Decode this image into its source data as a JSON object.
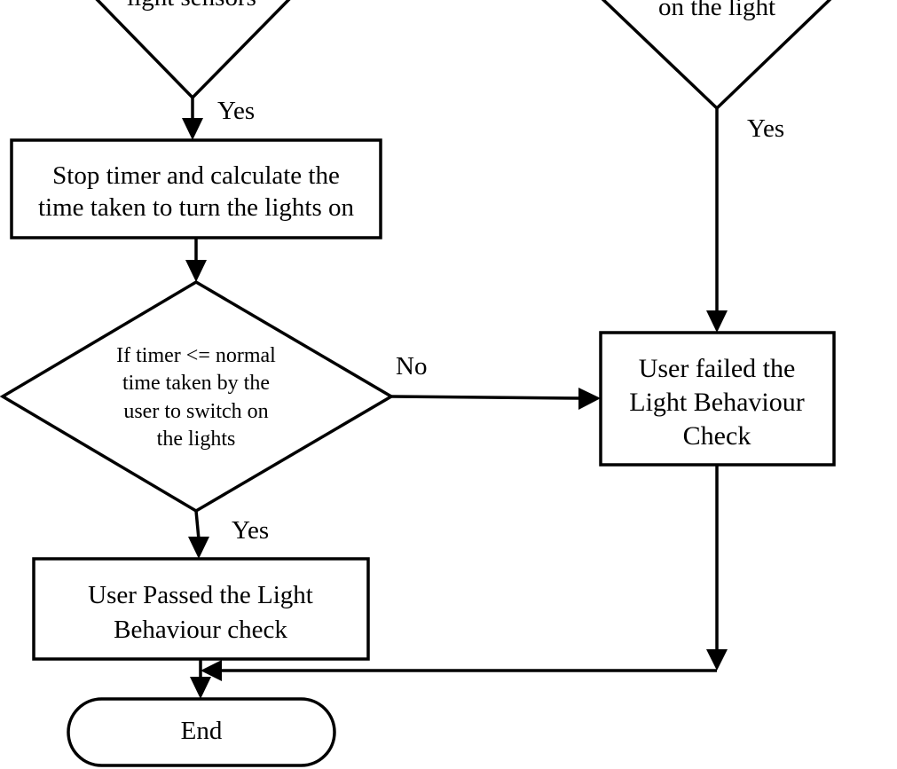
{
  "diagram": {
    "top_left_decision": {
      "lines": [
        "light sensors"
      ]
    },
    "top_right_decision": {
      "lines": [
        "on the light"
      ]
    },
    "stop_timer_box": {
      "lines": [
        "Stop timer and calculate the",
        "time taken to turn the lights on"
      ]
    },
    "timer_decision": {
      "lines": [
        "If timer <= normal",
        "time taken by the",
        "user to switch on",
        "the lights"
      ]
    },
    "user_failed_box": {
      "lines": [
        "User failed the",
        "Light Behaviour",
        "Check"
      ]
    },
    "user_passed_box": {
      "lines": [
        "User Passed the Light",
        "Behaviour check"
      ]
    },
    "end_terminal": {
      "label": "End"
    },
    "edge_labels": {
      "yes_sensors": "Yes",
      "yes_right": "Yes",
      "no_timer": "No",
      "yes_timer": "Yes"
    }
  }
}
